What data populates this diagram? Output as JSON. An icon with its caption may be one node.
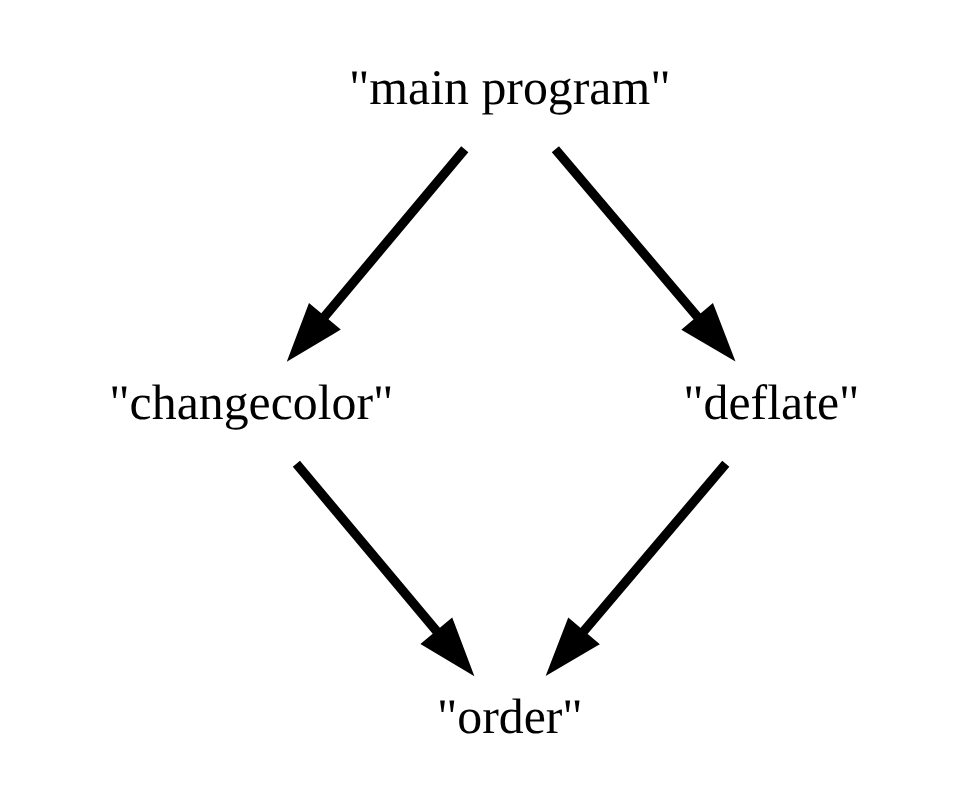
{
  "diagram": {
    "nodes": [
      {
        "text": [
          "\"main program\""
        ]
      },
      {
        "text": [
          "\"changecolor\""
        ]
      },
      {
        "text": [
          "\"deflate\""
        ]
      },
      {
        "text": [
          "\"order\""
        ]
      }
    ],
    "edges": [
      {
        "from": 0,
        "to": 1,
        "arrow": "to"
      },
      {
        "from": 0,
        "to": 2,
        "arrow": "to"
      },
      {
        "from": 1,
        "to": 3,
        "arrow": "to"
      },
      {
        "from": 2,
        "to": 3,
        "arrow": "to"
      }
    ]
  }
}
